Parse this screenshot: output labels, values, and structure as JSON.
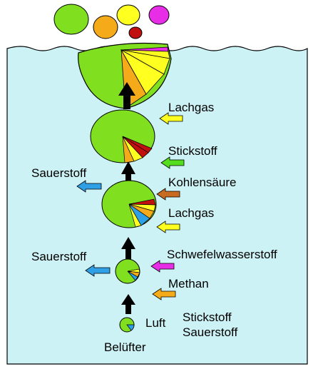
{
  "labels": {
    "aerator": "Belüfter",
    "air": "Luft",
    "air_nitrogen": "Stickstoff",
    "air_oxygen": "Sauerstoff",
    "in_methane": "Methan",
    "in_h2s": "Schwefelwasserstoff",
    "in_n2o_lower": "Lachgas",
    "in_co2": "Kohlensäure",
    "in_nitrogen": "Stickstoff",
    "in_n2o_upper": "Lachgas",
    "out_oxygen_lower": "Sauerstoff",
    "out_oxygen_upper": "Sauerstoff"
  },
  "colors": {
    "water": "#cdf2f5",
    "bubble_green": "#80e020",
    "oxygen_blue": "#2f9fe6",
    "methane_orange": "#f5aa1a",
    "h2s_magenta": "#e82de6",
    "n2o_yellow": "#ffff20",
    "co2_brown": "#c86a20",
    "nitrogen_green": "#55dd20",
    "red_slice": "#c01010",
    "arrow_black": "#000000"
  },
  "legend_flows": {
    "outgoing": [
      "Sauerstoff",
      "Sauerstoff"
    ],
    "incoming": [
      "Methan",
      "Schwefelwasserstoff",
      "Lachgas",
      "Kohlensäure",
      "Stickstoff",
      "Lachgas"
    ]
  }
}
